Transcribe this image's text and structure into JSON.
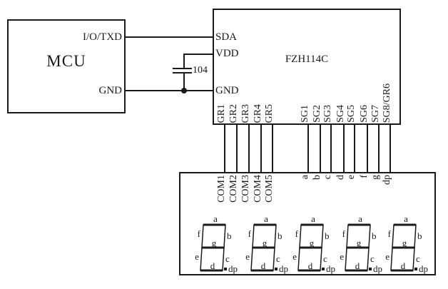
{
  "diagram": {
    "mcu": {
      "title": "MCU",
      "pin_io": "I/O/TXD",
      "pin_gnd": "GND"
    },
    "chip": {
      "title": "FZH114C",
      "pin_sda": "SDA",
      "pin_vdd": "VDD",
      "pin_gnd": "GND",
      "bottom_pins": [
        "GR1",
        "GR2",
        "GR3",
        "GR4",
        "GR5",
        "SG1",
        "SG2",
        "SG3",
        "SG4",
        "SG5",
        "SG6",
        "SG7",
        "SG8/GR6"
      ]
    },
    "capacitor": {
      "value": "104"
    },
    "display": {
      "com_pins": [
        "COM1",
        "COM2",
        "COM3",
        "COM4",
        "COM5"
      ],
      "segment_pins": [
        "a",
        "b",
        "c",
        "d",
        "e",
        "f",
        "g",
        "dp"
      ],
      "digit_labels": {
        "a": "a",
        "b": "b",
        "c": "c",
        "d": "d",
        "e": "e",
        "f": "f",
        "g": "g",
        "dp": "dp"
      }
    },
    "colors": {
      "line": "#1a1a1a",
      "background": "#ffffff"
    }
  }
}
